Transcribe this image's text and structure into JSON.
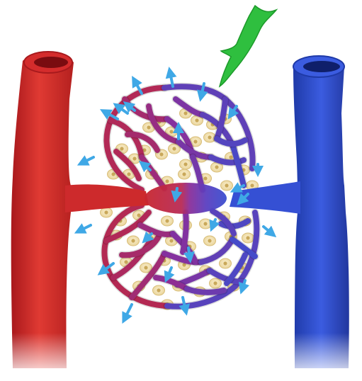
{
  "diagram": {
    "subject": "capillary bed",
    "components": [
      {
        "id": "arteriole",
        "color": "#d42c2c"
      },
      {
        "id": "venule",
        "color": "#2f4fd0"
      },
      {
        "id": "lymphatic-capillary",
        "color": "#2fbf3f"
      },
      {
        "id": "capillary-network",
        "color_start": "#c8262f",
        "color_mid": "#8a2f9a",
        "color_end": "#3a4fd0"
      },
      {
        "id": "tissue-cells",
        "color": "#f3e3b5"
      },
      {
        "id": "fluid-flow-arrows",
        "color": "#3fa8e6"
      }
    ],
    "labels": []
  }
}
